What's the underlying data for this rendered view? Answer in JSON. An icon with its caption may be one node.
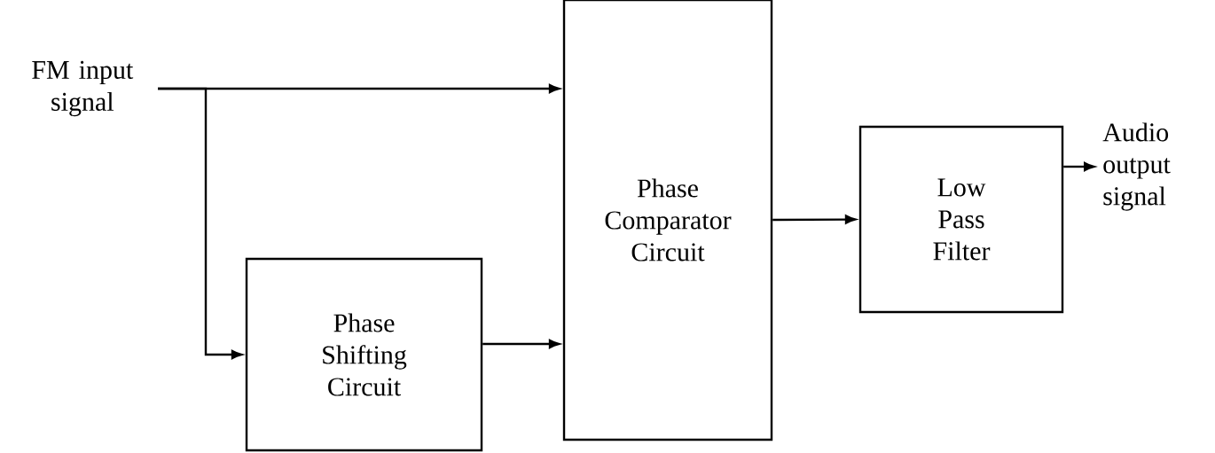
{
  "diagram": {
    "nodes": [
      {
        "text": [
          "FM input signal"
        ]
      },
      {
        "text": [
          "Phase Shifting Circuit"
        ]
      },
      {
        "text": [
          "Phase Comparator Circuit"
        ]
      },
      {
        "text": [
          "Low Pass Filter"
        ]
      },
      {
        "text": [
          "Audio output signal"
        ]
      }
    ],
    "edges": [
      {
        "from": 0,
        "to": 2,
        "arrow": "to"
      },
      {
        "from": 0,
        "to": 1,
        "arrow": "to"
      },
      {
        "from": 1,
        "to": 2,
        "arrow": "to"
      },
      {
        "from": 2,
        "to": 3,
        "arrow": "to"
      },
      {
        "from": 3,
        "to": 4,
        "arrow": "to"
      }
    ]
  }
}
